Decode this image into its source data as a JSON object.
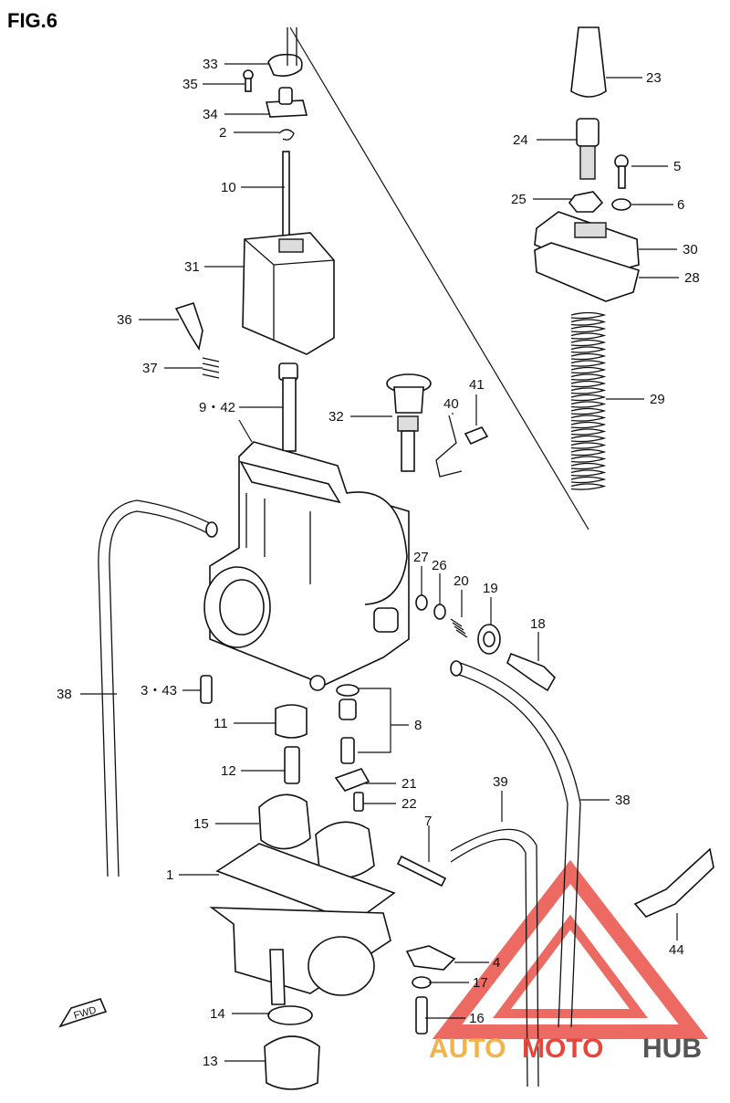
{
  "figure_title": "FIG.6",
  "watermark": {
    "text_part1": "AUTO",
    "text_part2": "MOTO",
    "text_part3": "HUB",
    "colors": {
      "auto": "#f4b24a",
      "moto": "#e8453c",
      "hub": "#555555",
      "logo": "#e8453c"
    }
  },
  "fwd_arrow_label": "FWD",
  "callouts": [
    {
      "id": "c33",
      "label": "33"
    },
    {
      "id": "c35",
      "label": "35"
    },
    {
      "id": "c34",
      "label": "34"
    },
    {
      "id": "c2",
      "label": "2"
    },
    {
      "id": "c10",
      "label": "10"
    },
    {
      "id": "c31",
      "label": "31"
    },
    {
      "id": "c36",
      "label": "36"
    },
    {
      "id": "c37",
      "label": "37"
    },
    {
      "id": "c942",
      "label": "9・42"
    },
    {
      "id": "c32",
      "label": "32"
    },
    {
      "id": "c40",
      "label": "40"
    },
    {
      "id": "c41",
      "label": "41"
    },
    {
      "id": "c23",
      "label": "23"
    },
    {
      "id": "c24",
      "label": "24"
    },
    {
      "id": "c5",
      "label": "5"
    },
    {
      "id": "c25",
      "label": "25"
    },
    {
      "id": "c6",
      "label": "6"
    },
    {
      "id": "c30",
      "label": "30"
    },
    {
      "id": "c28",
      "label": "28"
    },
    {
      "id": "c29",
      "label": "29"
    },
    {
      "id": "c27",
      "label": "27"
    },
    {
      "id": "c26",
      "label": "26"
    },
    {
      "id": "c20",
      "label": "20"
    },
    {
      "id": "c19",
      "label": "19"
    },
    {
      "id": "c18",
      "label": "18"
    },
    {
      "id": "c38a",
      "label": "38"
    },
    {
      "id": "c343",
      "label": "3・43"
    },
    {
      "id": "c11",
      "label": "11"
    },
    {
      "id": "c8",
      "label": "8"
    },
    {
      "id": "c12",
      "label": "12"
    },
    {
      "id": "c21",
      "label": "21"
    },
    {
      "id": "c22",
      "label": "22"
    },
    {
      "id": "c39",
      "label": "39"
    },
    {
      "id": "c38b",
      "label": "38"
    },
    {
      "id": "c15",
      "label": "15"
    },
    {
      "id": "c7",
      "label": "7"
    },
    {
      "id": "c1",
      "label": "1"
    },
    {
      "id": "c44",
      "label": "44"
    },
    {
      "id": "c4",
      "label": "4"
    },
    {
      "id": "c17",
      "label": "17"
    },
    {
      "id": "c16",
      "label": "16"
    },
    {
      "id": "c14",
      "label": "14"
    },
    {
      "id": "c13",
      "label": "13"
    }
  ]
}
